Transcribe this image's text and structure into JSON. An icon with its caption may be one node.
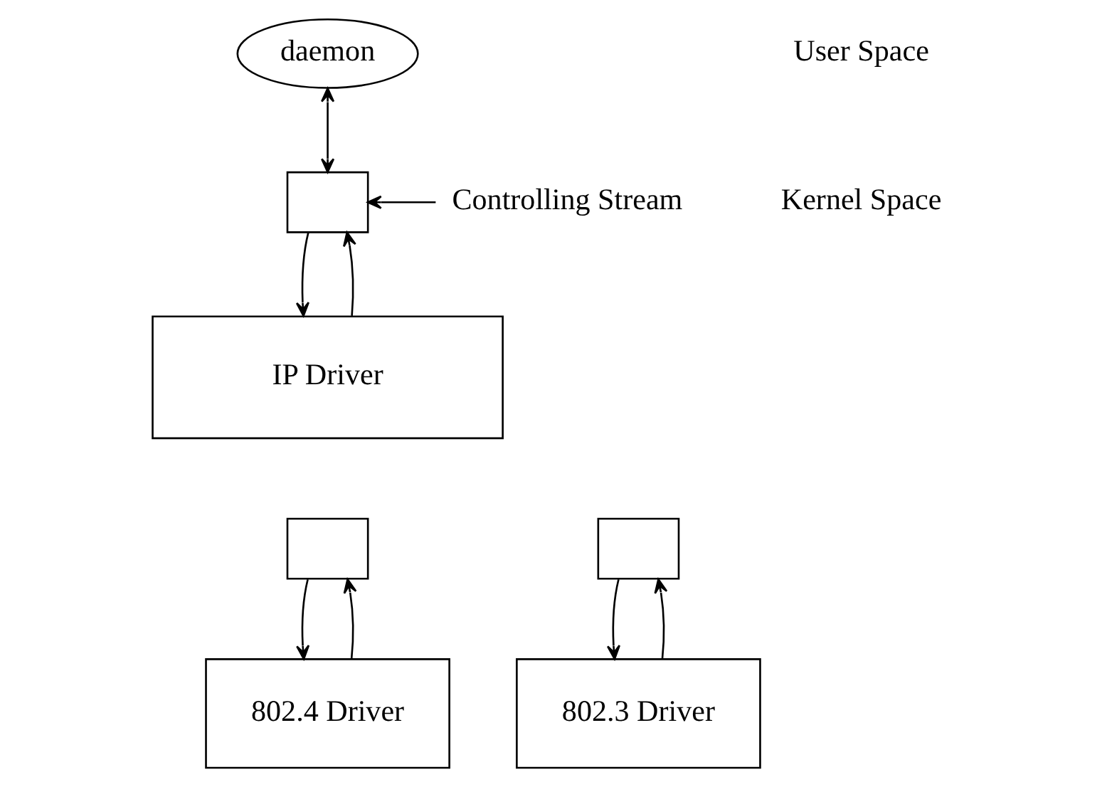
{
  "diagram": {
    "nodes": [
      {
        "text": [
          "daemon"
        ]
      },
      {
        "text": [],
        "shape": "box"
      },
      {
        "text": [
          "Controlling Stream"
        ]
      },
      {
        "text": [
          "IP Driver"
        ]
      },
      {
        "text": [],
        "shape": "box"
      },
      {
        "text": [],
        "shape": "box"
      },
      {
        "text": [
          "802.4 Driver"
        ]
      },
      {
        "text": [
          "802.3 Driver"
        ]
      }
    ],
    "edges": [
      {
        "from": 0,
        "to": 1,
        "arrow": "both"
      },
      {
        "from": 2,
        "to": 1,
        "arrow": "to"
      },
      {
        "from": 1,
        "to": 3,
        "arrow": "to"
      },
      {
        "from": 3,
        "to": 1,
        "arrow": "to"
      },
      {
        "from": 4,
        "to": 6,
        "arrow": "to"
      },
      {
        "from": 6,
        "to": 4,
        "arrow": "to"
      },
      {
        "from": 5,
        "to": 7,
        "arrow": "to"
      },
      {
        "from": 7,
        "to": 5,
        "arrow": "to"
      }
    ],
    "labels": [
      "User Space",
      "Kernel Space"
    ]
  }
}
